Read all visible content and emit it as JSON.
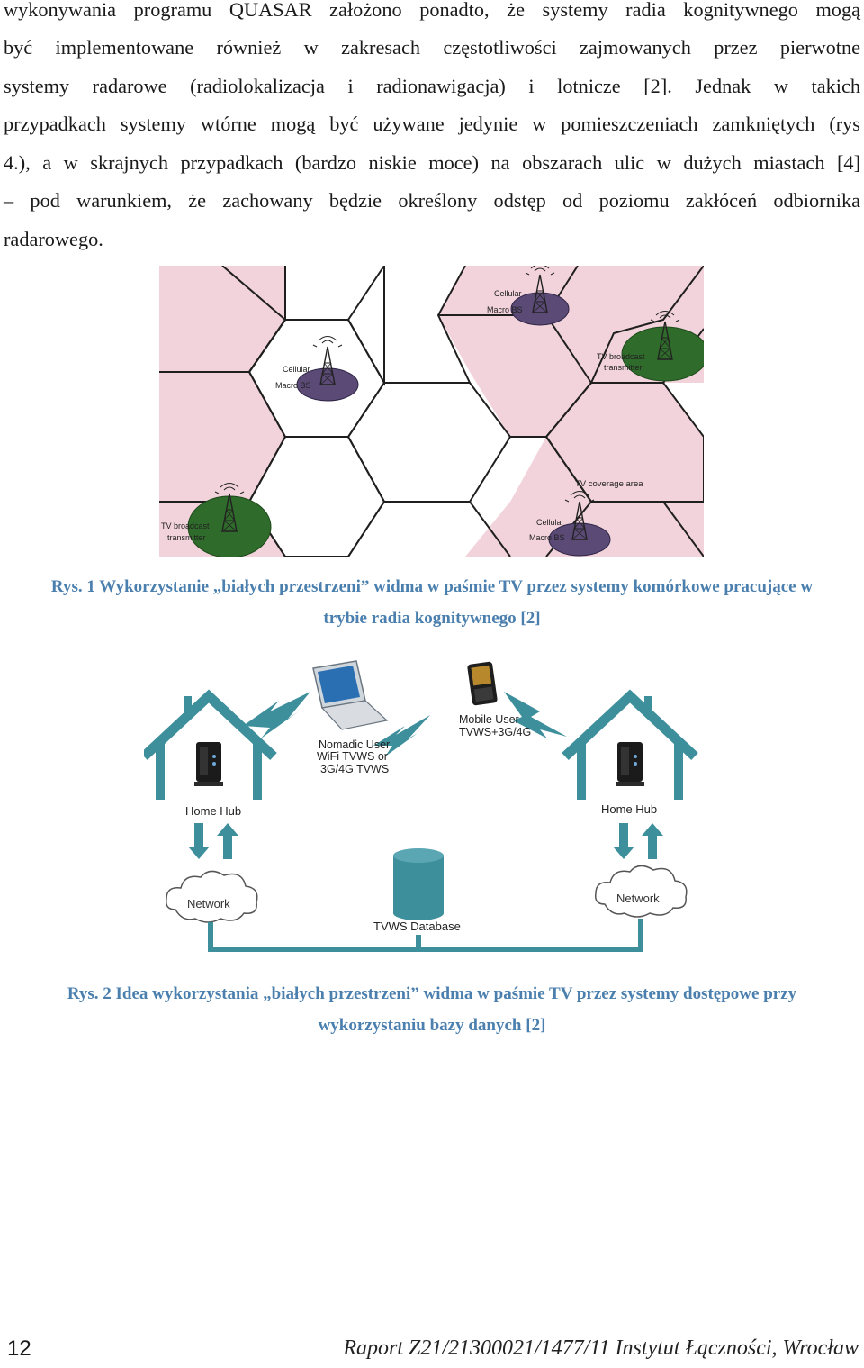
{
  "body_text": {
    "lines": [
      "wykonywania programu QUASAR założono ponadto, że systemy radia kognitywnego mogą",
      "być implementowane również w zakresach częstotliwości zajmowanych przez pierwotne",
      "systemy radarowe (radiolokalizacja i radionawigacja) i lotnicze [2]. Jednak w takich",
      "przypadkach systemy wtórne mogą być używane jedynie w pomieszczeniach zamkniętych (rys",
      "4.), a w skrajnych przypadkach (bardzo niskie moce) na obszarach ulic w dużych miastach [4]",
      "– pod warunkiem, że zachowany będzie określony odstęp od poziomu zakłóceń odbiornika",
      "radarowego."
    ]
  },
  "figure1": {
    "labels": {
      "cellular": "Cellular",
      "macro_bs": "Macro BS",
      "tv_broadcast": "TV broadcast",
      "transmitter": "transmitter",
      "tv_coverage_area": "TV coverage area"
    },
    "caption_line1": "Rys. 1 Wykorzystanie „białych przestrzeni” widma w paśmie TV przez systemy komórkowe pracujące w",
    "caption_line2": "trybie radia kognitywnego [2]",
    "colors": {
      "pink": "#f2d3dc",
      "tv_green": "#2f6b2a",
      "bs_purple": "#5a4a75"
    }
  },
  "figure2": {
    "labels": {
      "nomadic_user_1": "Nomadic User",
      "nomadic_user_2": "WiFi TVWS or",
      "nomadic_user_3": "3G/4G TVWS",
      "mobile_user_1": "Mobile User",
      "mobile_user_2": "TVWS+3G/4G",
      "home_hub_left": "Home Hub",
      "home_hub_right": "Home Hub",
      "network_left": "Network",
      "network_right": "Network",
      "tvws_database": "TVWS Database"
    },
    "caption_line1": "Rys.  2 Idea wykorzystania „białych przestrzeni” widma w paśmie TV przez systemy dostępowe przy",
    "caption_line2": "wykorzystaniu bazy danych [2]",
    "colors": {
      "teal": "#3e8f9c"
    }
  },
  "footer": {
    "page_number": "12",
    "report": "Raport Z21/21300021/1477/11 Instytut Łączności, Wrocław"
  }
}
